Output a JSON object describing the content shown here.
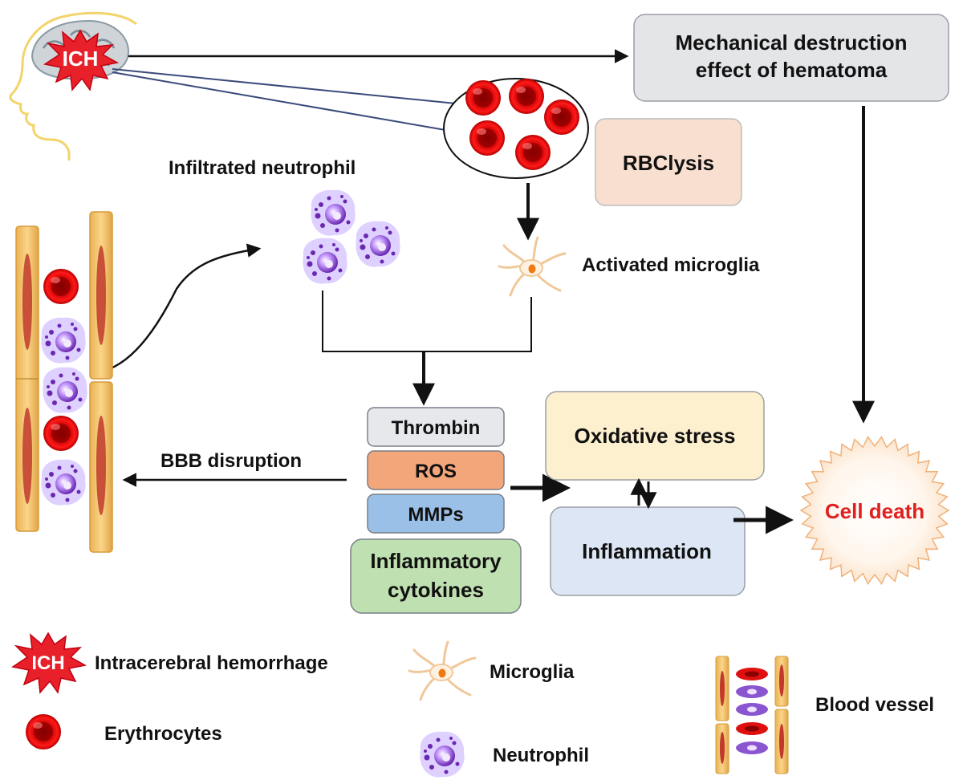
{
  "diagram": {
    "ich_badge": "ICH",
    "hematoma_box": {
      "line1": "Mechanical destruction",
      "line2": "effect of hematoma"
    },
    "rbclysis": "RBClysis",
    "infiltrated_neutrophil": "Infiltrated neutrophil",
    "activated_microglia": "Activated microglia",
    "bbb_disruption": "BBB disruption",
    "thrombin": "Thrombin",
    "ros": "ROS",
    "mmps": "MMPs",
    "cytokines": {
      "line1": "Inflammatory",
      "line2": "cytokines"
    },
    "oxidative_stress": "Oxidative stress",
    "inflammation": "Inflammation",
    "cell_death": "Cell death"
  },
  "legend": {
    "ich_badge": "ICH",
    "ich": "Intracerebral hemorrhage",
    "erythrocytes": "Erythrocytes",
    "microglia": "Microglia",
    "neutrophil": "Neutrophil",
    "blood_vessel": "Blood vessel"
  },
  "colors": {
    "ich_red": "#e8202a",
    "rbc_red": "#e01010",
    "neutrophil_purple": "#7b3fb5",
    "vessel_tan": "#f2c36b",
    "cell_death_red": "#e02020"
  }
}
